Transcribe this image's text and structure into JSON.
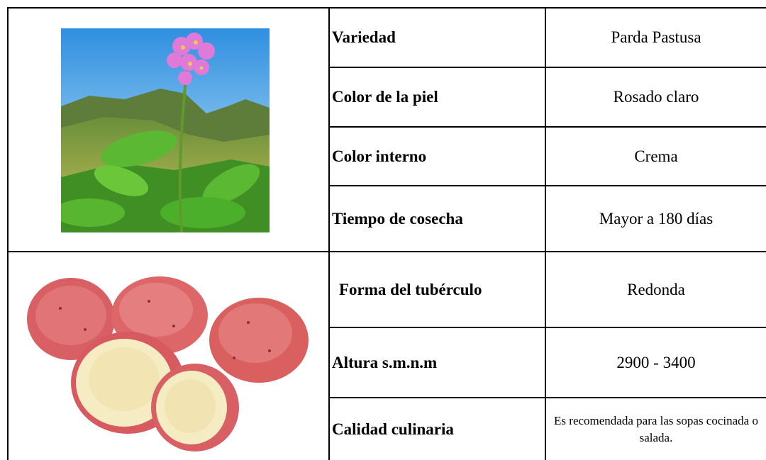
{
  "rows": [
    {
      "label": "Variedad",
      "value": "Parda Pastusa"
    },
    {
      "label": "Color de la piel",
      "value": "Rosado claro"
    },
    {
      "label": "Color interno",
      "value": "Crema"
    },
    {
      "label": "Tiempo de cosecha",
      "value": "Mayor a 180 días"
    },
    {
      "label": "Forma del tubérculo",
      "value": "Redonda"
    },
    {
      "label": "Altura s.m.n.m",
      "value": "2900 - 3400"
    },
    {
      "label": "Calidad culinaria",
      "value": "Es recomendada para las sopas cocinada  o salada."
    }
  ],
  "images": {
    "top": "potato-plant-flower-photo",
    "bottom": "red-potatoes-photo"
  },
  "colors": {
    "border": "#000000",
    "sky": "#4aa3e8",
    "flower": "#e07ad8",
    "leaf": "#4caf2a",
    "potato_skin": "#e06a6a",
    "potato_flesh": "#f3e4b0"
  }
}
